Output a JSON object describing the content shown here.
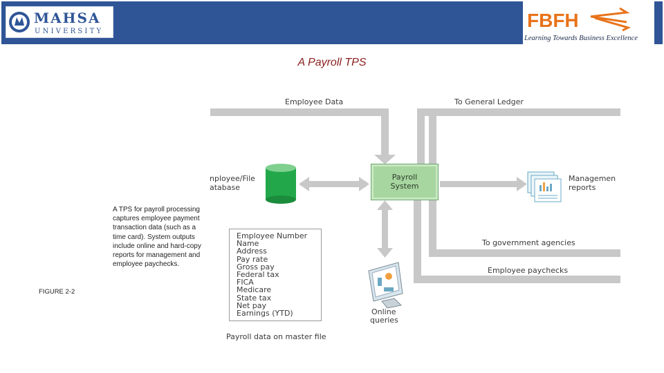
{
  "header": {
    "left_logo_text": "MAHSA UNIVERSITY",
    "right_logo_text": "FBFH",
    "right_logo_tagline": "Learning Towards Business Excellence"
  },
  "slide": {
    "title": "A Payroll TPS"
  },
  "diagram": {
    "employee_data_label": "Employee Data",
    "general_ledger_label": "To General Ledger",
    "database_label_line1": "nployee/File",
    "database_label_line2": "atabase",
    "payroll_line1": "Payroll",
    "payroll_line2": "System",
    "management_line1": "Managemen",
    "management_line2": "reports",
    "government_label": "To government agencies",
    "paychecks_label": "Employee paychecks",
    "online_line1": "Online",
    "online_line2": "queries",
    "master_file_label": "Payroll data on master file",
    "fields": [
      "Employee Number",
      "Name",
      "Address",
      "Pay rate",
      "Gross pay",
      "Federal tax",
      "FICA",
      "Medicare",
      "State tax",
      "Net pay",
      "Earnings (YTD)"
    ],
    "colors": {
      "arrow": "#c8c8c8",
      "payroll_box": "#a8d6a0",
      "database": "#22a84a",
      "banner": "#2f5597"
    }
  },
  "caption": {
    "lines": [
      "A TPS for payroll processing",
      "captures employee payment",
      "transaction data (such as a",
      "time card). System outputs",
      "include online and hard-copy",
      "reports for management and",
      "employee paychecks."
    ]
  },
  "figure_label": "FIGURE 2-2"
}
